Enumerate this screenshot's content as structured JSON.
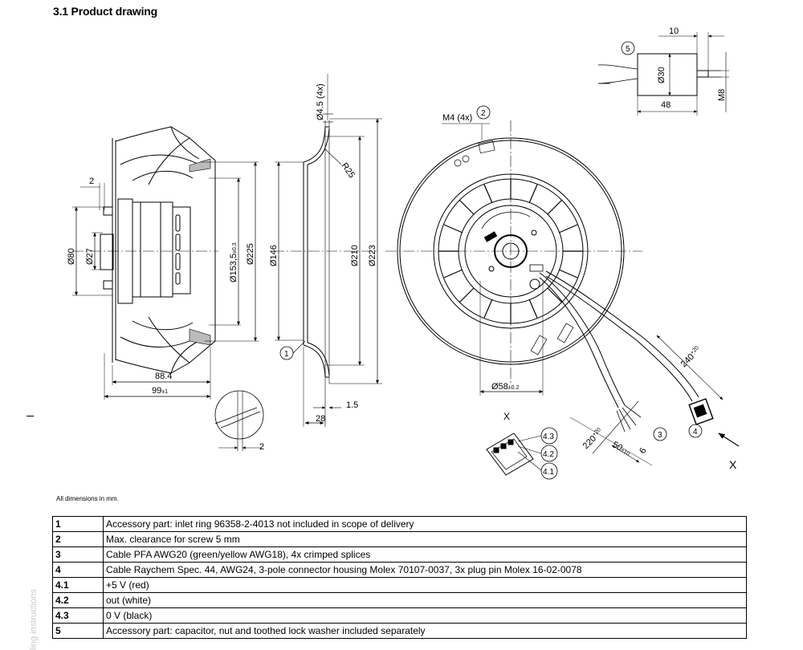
{
  "section_title": "3.1 Product drawing",
  "dimensions_note": "All dimensions in mm.",
  "side_note": "ling instructions",
  "drawing": {
    "dims": {
      "d_10": "10",
      "d_30": "Ø30",
      "d_48": "48",
      "d_m8": "M8",
      "d_45_4x": "Ø4.5 (4x)",
      "d_r25": "R25",
      "d_m4_4x": "M4 (4x)",
      "d_2_left": "2",
      "d_80": "Ø80",
      "d_27": "Ø27",
      "d_1535_a": "Ø153,5",
      "d_1535_b": "±0,3",
      "d_225": "Ø225",
      "d_146": "Ø146",
      "d_210": "Ø210",
      "d_223": "Ø223",
      "d_884": "88.4",
      "d_99_a": "99",
      "d_99_b": "±1",
      "d_15": "1.5",
      "d_28": "28",
      "d_2_bottom": "2",
      "d_58_a": "Ø58",
      "d_58_b": "±0.2",
      "d_240_a": "240",
      "d_240_b": "+20",
      "d_220_a": "220",
      "d_220_b": "+20",
      "d_50_a": "50",
      "d_50_b": "±10",
      "d_6": "6"
    },
    "callouts": {
      "c1": "1",
      "c2": "2",
      "c3": "3",
      "c4": "4",
      "c5": "5",
      "c41": "4.1",
      "c42": "4.2",
      "c43": "4.3"
    },
    "view_labels": {
      "x_detail": "X",
      "x_arrow": "X"
    }
  },
  "legend": {
    "rows": [
      {
        "id": "1",
        "text": "Accessory part: inlet ring 96358-2-4013 not included in scope of delivery"
      },
      {
        "id": "2",
        "text": "Max. clearance for screw 5 mm"
      },
      {
        "id": "3",
        "text": "Cable PFA AWG20 (green/yellow AWG18), 4x crimped splices"
      },
      {
        "id": "4",
        "text": "Cable Raychem Spec. 44, AWG24, 3-pole connector housing Molex 70107-0037, 3x plug pin Molex 16-02-0078"
      },
      {
        "id": "4.1",
        "text": "+5 V (red)"
      },
      {
        "id": "4.2",
        "text": "out (white)"
      },
      {
        "id": "4.3",
        "text": "0 V (black)"
      },
      {
        "id": "5",
        "text": "Accessory part: capacitor, nut and toothed lock washer included separately"
      }
    ]
  }
}
